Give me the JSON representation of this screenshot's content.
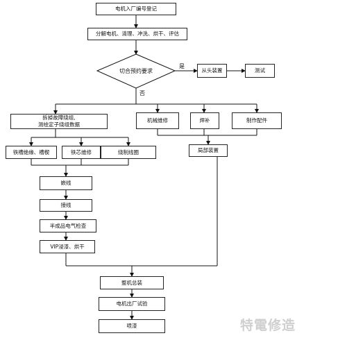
{
  "nodes": {
    "start": "电机入厂编号登记",
    "disassemble": "分解电机、清理、冲洗、烘干、评估",
    "decision": "切合预约要求",
    "trial_assembly": "从头装置",
    "test": "测试",
    "rewind_prep_line1": "拆掉故障绕组,",
    "rewind_prep_line2": "测绘定子绕组数据",
    "mechanical_repair": "机械维修",
    "welding": "焊补",
    "make_parts": "制作配件",
    "slot_insulation": "铁槽绝缘、槽楔",
    "core_repair": "铁芯维修",
    "make_coil": "绕制线圈",
    "local_assembly": "局部装置",
    "lay_wire": "嵌线",
    "connect_wire": "接线",
    "semi_check": "半成品电气检查",
    "vip": "VIP浸漆、烘干",
    "final_assembly": "整机总装",
    "factory_test": "电机出厂试验",
    "painting": "喷漆"
  },
  "edge_labels": {
    "yes": "是",
    "no": "否"
  },
  "watermark": "特電修造"
}
